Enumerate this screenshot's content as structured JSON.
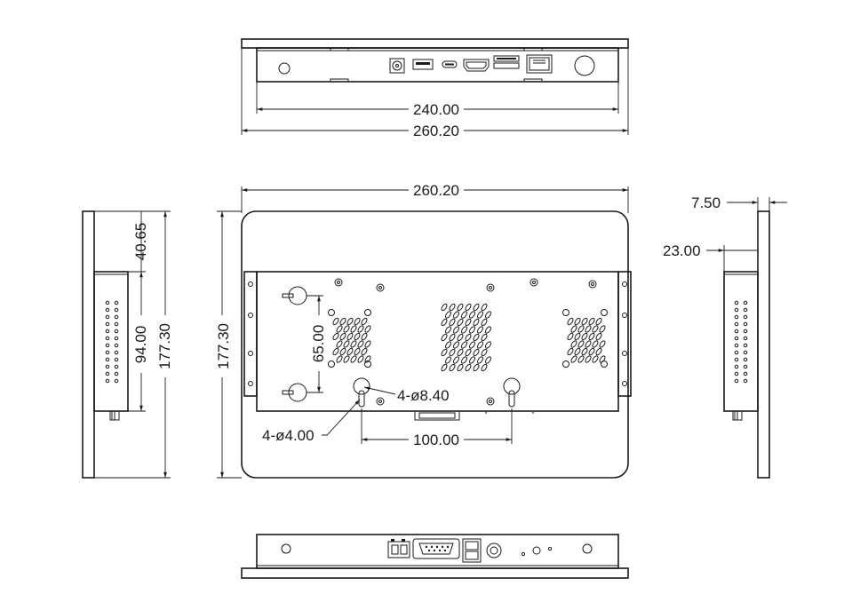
{
  "drawing": {
    "top_view": {
      "inner_width": "240.00",
      "overall_width": "260.20"
    },
    "front_view": {
      "overall_width": "260.20",
      "overall_height": "177.30",
      "bracket_hole_pitch": "65.00",
      "mount_pitch": "100.00",
      "mount_slot_callout": "4-ø8.40",
      "mount_hole_callout": "4-ø4.00"
    },
    "left_view": {
      "top_offset": "40.65",
      "body_height": "94.00",
      "overall_height": "177.30"
    },
    "right_view": {
      "bezel_depth": "7.50",
      "total_depth": "23.00"
    }
  }
}
